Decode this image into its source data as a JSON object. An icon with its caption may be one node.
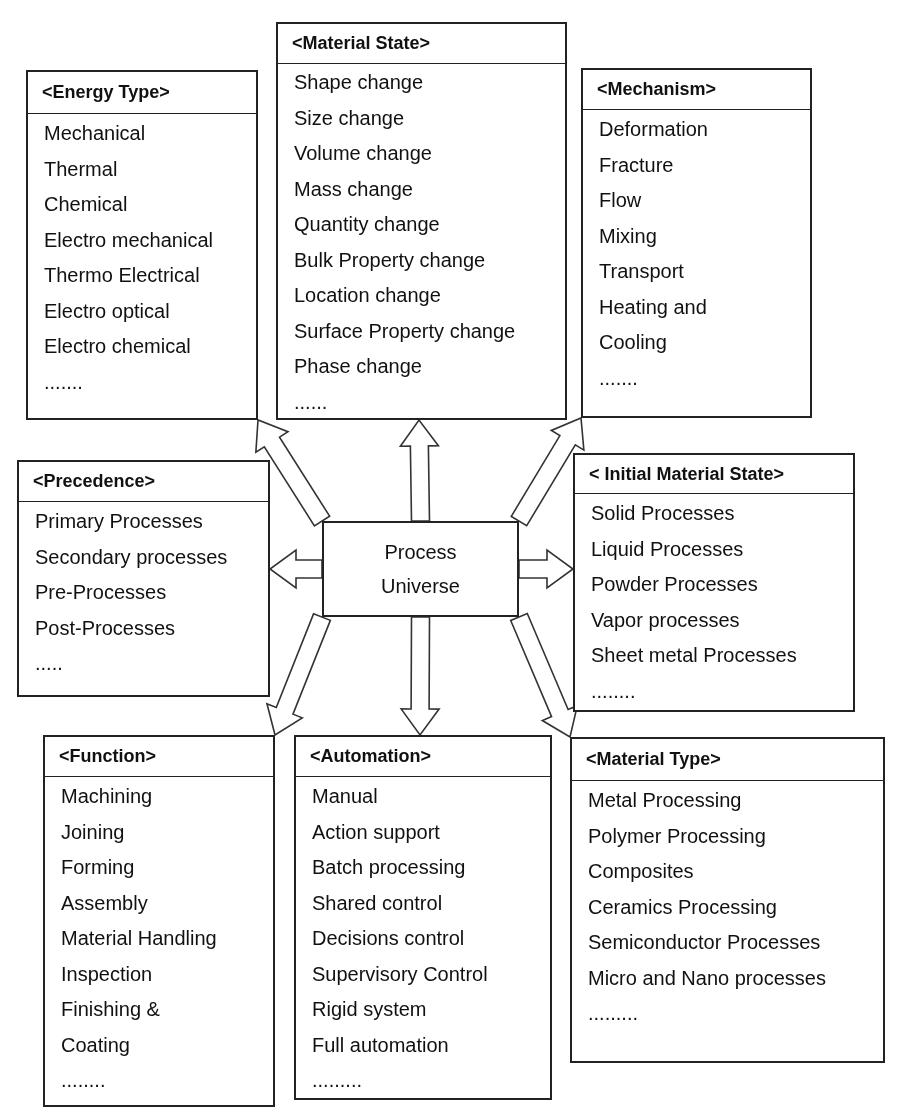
{
  "diagram": {
    "nodes": [
      {
        "text": [
          "<Energy Type>",
          "Mechanical",
          "Thermal",
          "Chemical",
          "Electro mechanical",
          "Thermo Electrical",
          "Electro optical",
          "Electro chemical",
          "......."
        ]
      },
      {
        "text": [
          "<Material State>",
          "Shape change",
          "Size change",
          "Volume change",
          "Mass change",
          "Quantity change",
          "Bulk Property change",
          "Location change",
          "Surface Property change",
          "Phase change",
          "......"
        ]
      },
      {
        "text": [
          "<Mechanism>",
          "Deformation",
          "Fracture",
          "Flow",
          "Mixing",
          "Transport",
          "Heating and Cooling",
          "......."
        ]
      },
      {
        "text": [
          "<Precedence>",
          "Primary Processes",
          "Secondary processes",
          "Pre-Processes",
          "Post-Processes",
          "....."
        ]
      },
      {
        "text": [
          "Process Universe"
        ]
      },
      {
        "text": [
          "< Initial Material State>",
          "Solid Processes",
          "Liquid Processes",
          "Powder Processes",
          "Vapor processes",
          "Sheet metal Processes",
          "........"
        ]
      },
      {
        "text": [
          "<Function>",
          "Machining",
          "Joining",
          "Forming",
          "Assembly",
          "Material Handling",
          "Inspection",
          "Finishing & Coating",
          "........"
        ]
      },
      {
        "text": [
          "<Automation>",
          "Manual",
          "Action support",
          "Batch processing",
          "Shared control",
          "Decisions control",
          "Supervisory Control",
          "Rigid system",
          "Full automation",
          "........."
        ]
      },
      {
        "text": [
          "<Material Type>",
          "Metal Processing",
          "Polymer Processing",
          "Composites",
          "Ceramics Processing",
          "Semiconductor Processes",
          "Micro and Nano processes",
          "........."
        ]
      }
    ],
    "edges": [
      {
        "from": 4,
        "to": 0,
        "arrow": "to"
      },
      {
        "from": 4,
        "to": 1,
        "arrow": "to"
      },
      {
        "from": 4,
        "to": 2,
        "arrow": "to"
      },
      {
        "from": 4,
        "to": 3,
        "arrow": "to"
      },
      {
        "from": 4,
        "to": 5,
        "arrow": "to"
      },
      {
        "from": 4,
        "to": 6,
        "arrow": "to"
      },
      {
        "from": 4,
        "to": 7,
        "arrow": "to"
      },
      {
        "from": 4,
        "to": 8,
        "arrow": "to"
      }
    ]
  }
}
